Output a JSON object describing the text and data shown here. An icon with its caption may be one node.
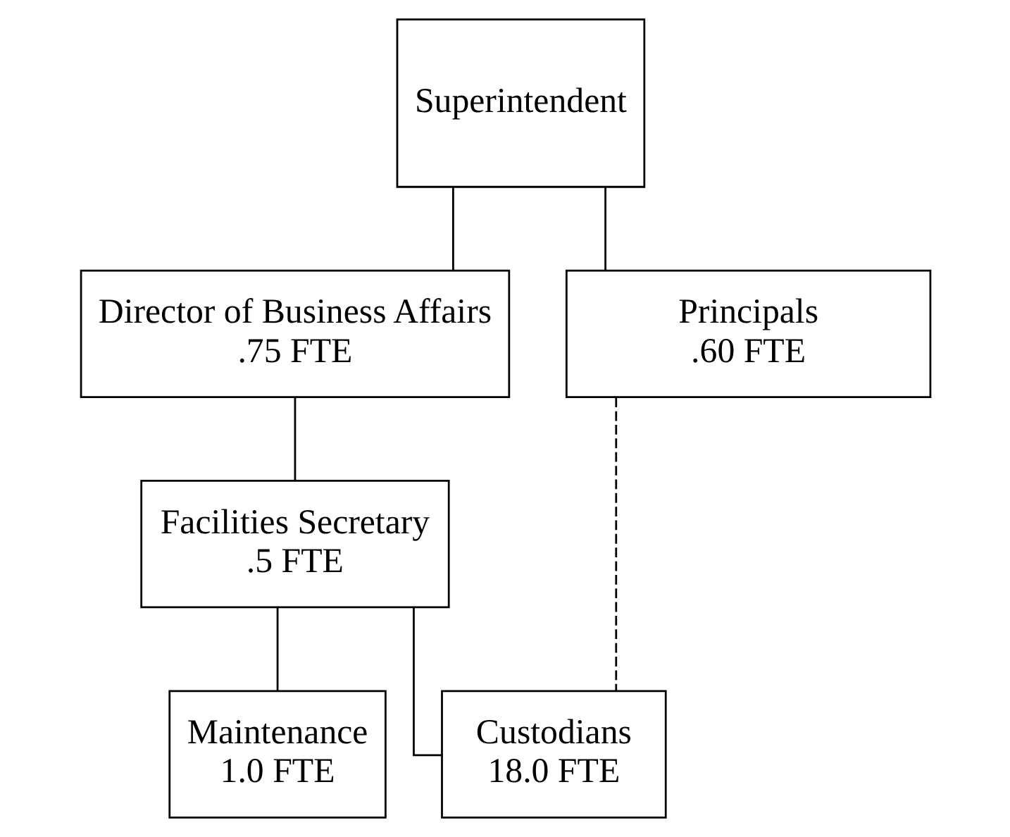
{
  "diagram": {
    "nodes": [
      {
        "text": [
          "Superintendent"
        ]
      },
      {
        "text": [
          "Director of Business Affairs",
          ".75 FTE"
        ]
      },
      {
        "text": [
          "Principals",
          ".60 FTE"
        ]
      },
      {
        "text": [
          "Facilities Secretary",
          ".5 FTE"
        ]
      },
      {
        "text": [
          "Maintenance",
          "1.0 FTE"
        ]
      },
      {
        "text": [
          "Custodians",
          "18.0 FTE"
        ]
      }
    ],
    "edges": [
      {
        "from": 0,
        "to": 1,
        "arrow": "none"
      },
      {
        "from": 0,
        "to": 2,
        "arrow": "none"
      },
      {
        "from": 1,
        "to": 3,
        "arrow": "none"
      },
      {
        "from": 3,
        "to": 4,
        "arrow": "none"
      },
      {
        "from": 3,
        "to": 5,
        "arrow": "none"
      },
      {
        "from": 2,
        "to": 5,
        "arrow": "none",
        "style": "dashed"
      }
    ]
  }
}
